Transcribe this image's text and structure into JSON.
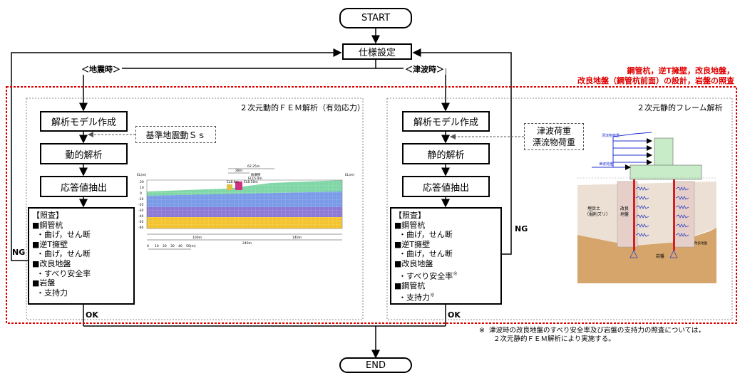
{
  "flow": {
    "start": "START",
    "spec": "仕様設定",
    "end": "END",
    "ng": "NG",
    "ok": "OK"
  },
  "scope_label": {
    "line1": "鋼管杭，逆T擁壁，改良地盤，",
    "line2": "改良地盤（鋼管杭前面）の設計，岩盤の照査"
  },
  "seismic": {
    "label": "＜地震時＞",
    "panel_title": "２次元動的ＦＥＭ解析（有効応力）",
    "steps": [
      "解析モデル作成",
      "動的解析",
      "応答値抽出"
    ],
    "input": "基準地震動Ｓｓ",
    "check": {
      "header": "【照査】",
      "items": [
        {
          "name": "■鋼管杭",
          "detail": "・曲げ，せん断"
        },
        {
          "name": "■逆T擁壁",
          "detail": "・曲げ，せん断"
        },
        {
          "name": "■改良地盤",
          "detail": "・すべり安全率"
        },
        {
          "name": "■岩盤",
          "detail": "・支持力"
        }
      ]
    }
  },
  "tsunami": {
    "label": "＜津波時＞",
    "panel_title": "２次元静的フレーム解析",
    "steps": [
      "解析モデル作成",
      "静的解析",
      "応答値抽出"
    ],
    "input_line1": "津波荷重",
    "input_line2": "漂流物荷重",
    "check": {
      "header": "【照査】",
      "items": [
        {
          "name": "■鋼管杭",
          "detail": "・曲げ，せん断"
        },
        {
          "name": "■逆T擁壁",
          "detail": "・曲げ，せん断"
        },
        {
          "name": "■改良地盤",
          "detail": "・すべり安全率",
          "mark": "※"
        },
        {
          "name": "■鋼管杭",
          "detail": "・支持力",
          "mark": "※"
        }
      ]
    }
  },
  "fem_figure": {
    "dim_top": "62.25m",
    "dim_mid": "28m",
    "wall_label": "防潮壁",
    "el_top": "EL15.0m",
    "el_a": "EL8.0m",
    "el_b": "EL8.50m",
    "axis": "EL(m)",
    "axis_ticks": [
      "20",
      "10",
      "0",
      "-10",
      "-20",
      "-30",
      "-40",
      "-50",
      "-60"
    ],
    "dim_left": "100m",
    "dim_right": "140m",
    "dim_total": "240m",
    "scale_ticks": [
      "0",
      "10",
      "20",
      "30",
      "40",
      "50(m)"
    ]
  },
  "frame_figure": {
    "load1": "漂流物荷重",
    "load2": "津波荷重",
    "fill_line1": "埋戻土",
    "fill_line2": "（掘削ズリ）",
    "improved_line1": "改良",
    "improved_line2": "地盤",
    "rock": "岩盤",
    "rock_sub": "改良地盤"
  },
  "footnote": {
    "mark": "※",
    "line1": "津波時の改良地盤のすべり安全率及び岩盤の支持力の照査については，",
    "line2": "２次元静的ＦＥＭ解析により実施する。"
  },
  "colors": {
    "scope_red": "#e00000",
    "soil_green": "#7fd6a6",
    "soil_blue": "#7a9be8",
    "soil_purple": "#8c7ad6",
    "soil_yellow": "#f4c430",
    "ground_brown": "#d6a56b",
    "concrete": "#c7ecc7",
    "improved": "#e6cfc9",
    "spring_blue": "#3040c0",
    "load_blue": "#2030d0"
  }
}
